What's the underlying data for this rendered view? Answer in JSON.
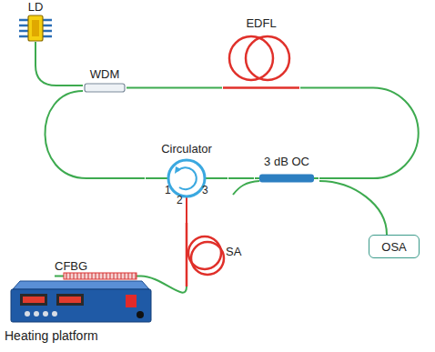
{
  "diagram": {
    "nodes": [
      {
        "text": [
          "LD"
        ]
      },
      {
        "text": [
          "EDFL"
        ]
      },
      {
        "text": [
          "WDM"
        ]
      },
      {
        "text": [
          "Circulator"
        ]
      },
      {
        "text": [
          "3 dB OC"
        ]
      },
      {
        "text": [
          "OSA"
        ]
      },
      {
        "text": [
          "SA"
        ]
      },
      {
        "text": [
          "CFBG"
        ]
      },
      {
        "text": [
          "Heating platform"
        ]
      }
    ],
    "edges": [
      {
        "from": 0,
        "to": 2,
        "arrow": "none"
      },
      {
        "from": 2,
        "to": 1,
        "arrow": "none"
      },
      {
        "from": 1,
        "to": 4,
        "arrow": "none"
      },
      {
        "from": 4,
        "to": 3,
        "arrow": "none"
      },
      {
        "from": 3,
        "to": 2,
        "arrow": "none"
      },
      {
        "from": 3,
        "to": 6,
        "arrow": "none"
      },
      {
        "from": 6,
        "to": 7,
        "arrow": "none"
      },
      {
        "from": 4,
        "to": 5,
        "arrow": "none"
      }
    ],
    "labels": [
      "1",
      "2",
      "3"
    ]
  }
}
